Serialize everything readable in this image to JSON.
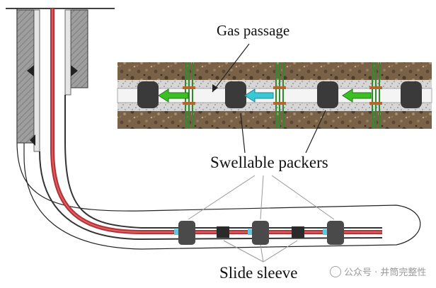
{
  "labels": {
    "gas_passage": "Gas passage",
    "swellable_packers": "Swellable packers",
    "slide_sleeve": "Slide sleeve"
  },
  "watermark": {
    "icon": "wechat-logo-icon",
    "text": "公众号 · 井筒完整性"
  },
  "colors": {
    "tubing": "#b3343a",
    "casing": "#8c8c8c",
    "formation": "#6e5a44",
    "packer": "#4a4a4a",
    "green_arrow": "#3bbf24",
    "cyan_arrow": "#38c8d6"
  }
}
